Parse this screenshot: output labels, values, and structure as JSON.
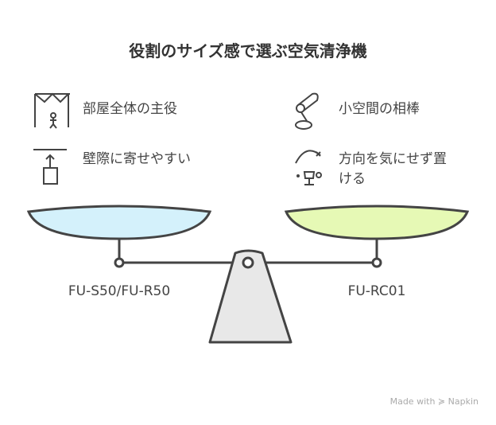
{
  "title": "役割のサイズ感で選ぶ空気清浄機",
  "left": {
    "features": [
      {
        "icon": "stage-spotlight-icon",
        "text": "部屋全体の主役"
      },
      {
        "icon": "push-to-wall-icon",
        "text": "壁際に寄せやすい"
      }
    ],
    "label": "FU-S50/FU-R50",
    "pan_color": "#d4f1fb"
  },
  "right": {
    "features": [
      {
        "icon": "desk-lamp-icon",
        "text": "小空間の相棒"
      },
      {
        "icon": "rotating-lamp-icon",
        "text": "方向を気にせず置ける"
      }
    ],
    "label": "FU-RC01",
    "pan_color": "#e6f9b5"
  },
  "footer": {
    "text": "Made with",
    "brand": "Napkin"
  }
}
